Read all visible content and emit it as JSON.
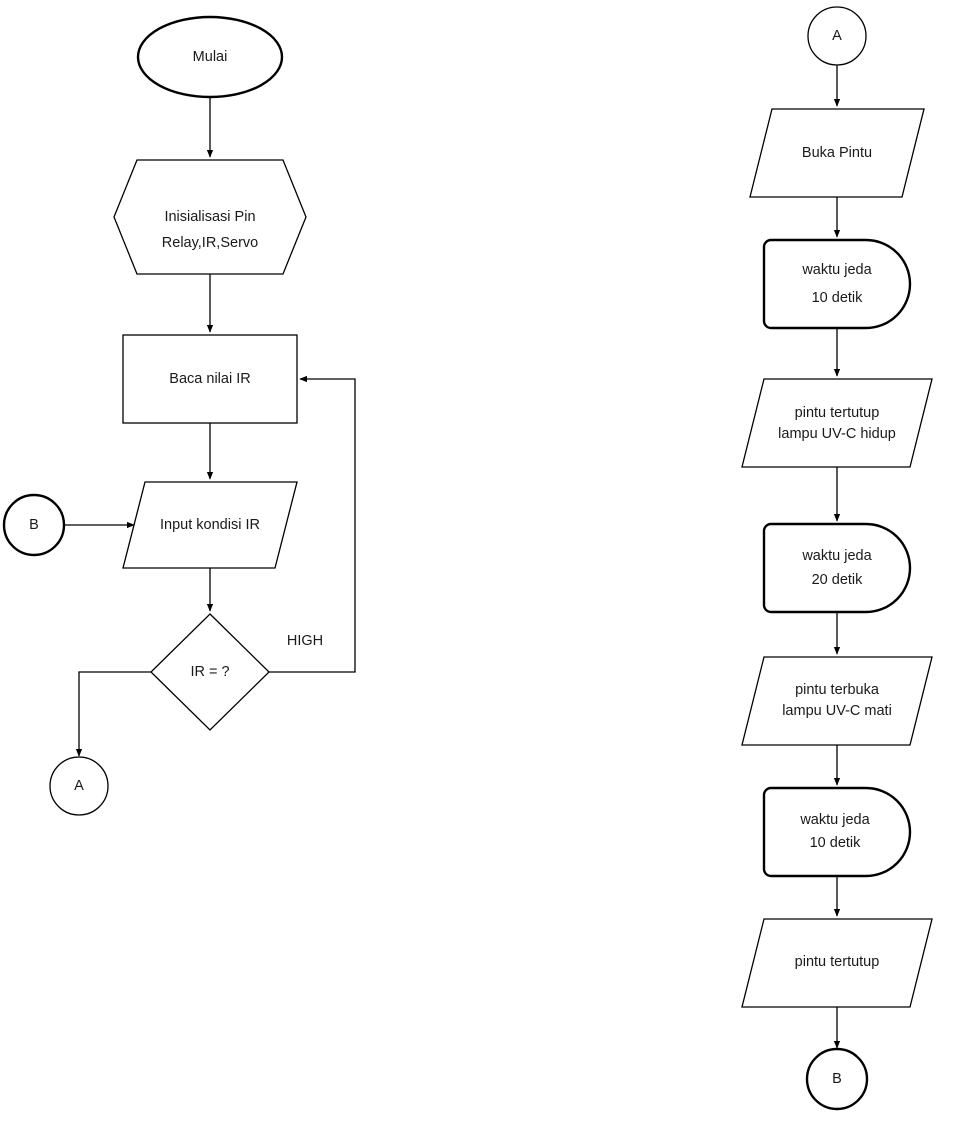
{
  "nodes": {
    "start": "Mulai",
    "init_line1": "Inisialisasi Pin",
    "init_line2": "Relay,IR,Servo",
    "read_ir": "Baca nilai IR",
    "input_ir": "Input kondisi IR",
    "decision": "IR = ?",
    "connector_b_left": "B",
    "connector_a_left": "A",
    "connector_a_right": "A",
    "open_door": "Buka Pintu",
    "delay1_line1": "waktu jeda",
    "delay1_line2": "10 detik",
    "closed_uv_on_line1": "pintu tertutup",
    "closed_uv_on_line2": "lampu UV-C hidup",
    "delay2_line1": "waktu jeda",
    "delay2_line2": "20 detik",
    "open_uv_off_line1": "pintu terbuka",
    "open_uv_off_line2": "lampu UV-C mati",
    "delay3_line1": "waktu jeda",
    "delay3_line2": "10 detik",
    "closed_final": "pintu tertutup",
    "connector_b_right": "B"
  },
  "edge_labels": {
    "high": "HIGH"
  }
}
